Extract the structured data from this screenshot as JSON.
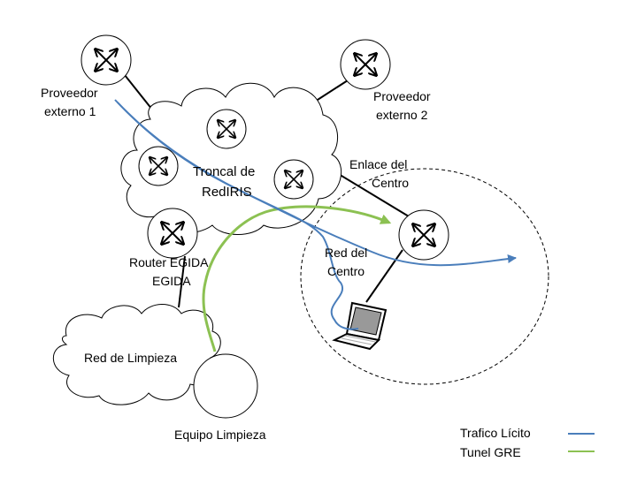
{
  "diagram": {
    "labels": {
      "proveedor1_line1": "Proveedor",
      "proveedor1_line2": "externo 1",
      "proveedor2_line1": "Proveedor",
      "proveedor2_line2": "externo 2",
      "troncal_line1": "Troncal de",
      "troncal_line2": "RedIRIS",
      "enlace_line1": "Enlace del",
      "enlace_line2": "Centro",
      "red_centro_line1": "Red del",
      "red_centro_line2": "Centro",
      "router_egida_line1": "Router EGIDA",
      "router_egida_line2": "EGIDA",
      "red_limpieza": "Red de Limpieza",
      "equipo_limpieza": "Equipo Limpieza"
    },
    "legend": [
      {
        "label": "Trafico Lícito",
        "color": "#4a7ebb"
      },
      {
        "label": "Tunel GRE",
        "color": "#8cc152"
      }
    ],
    "colors": {
      "licit_traffic": "#4a7ebb",
      "gre_tunnel": "#8cc152"
    }
  }
}
